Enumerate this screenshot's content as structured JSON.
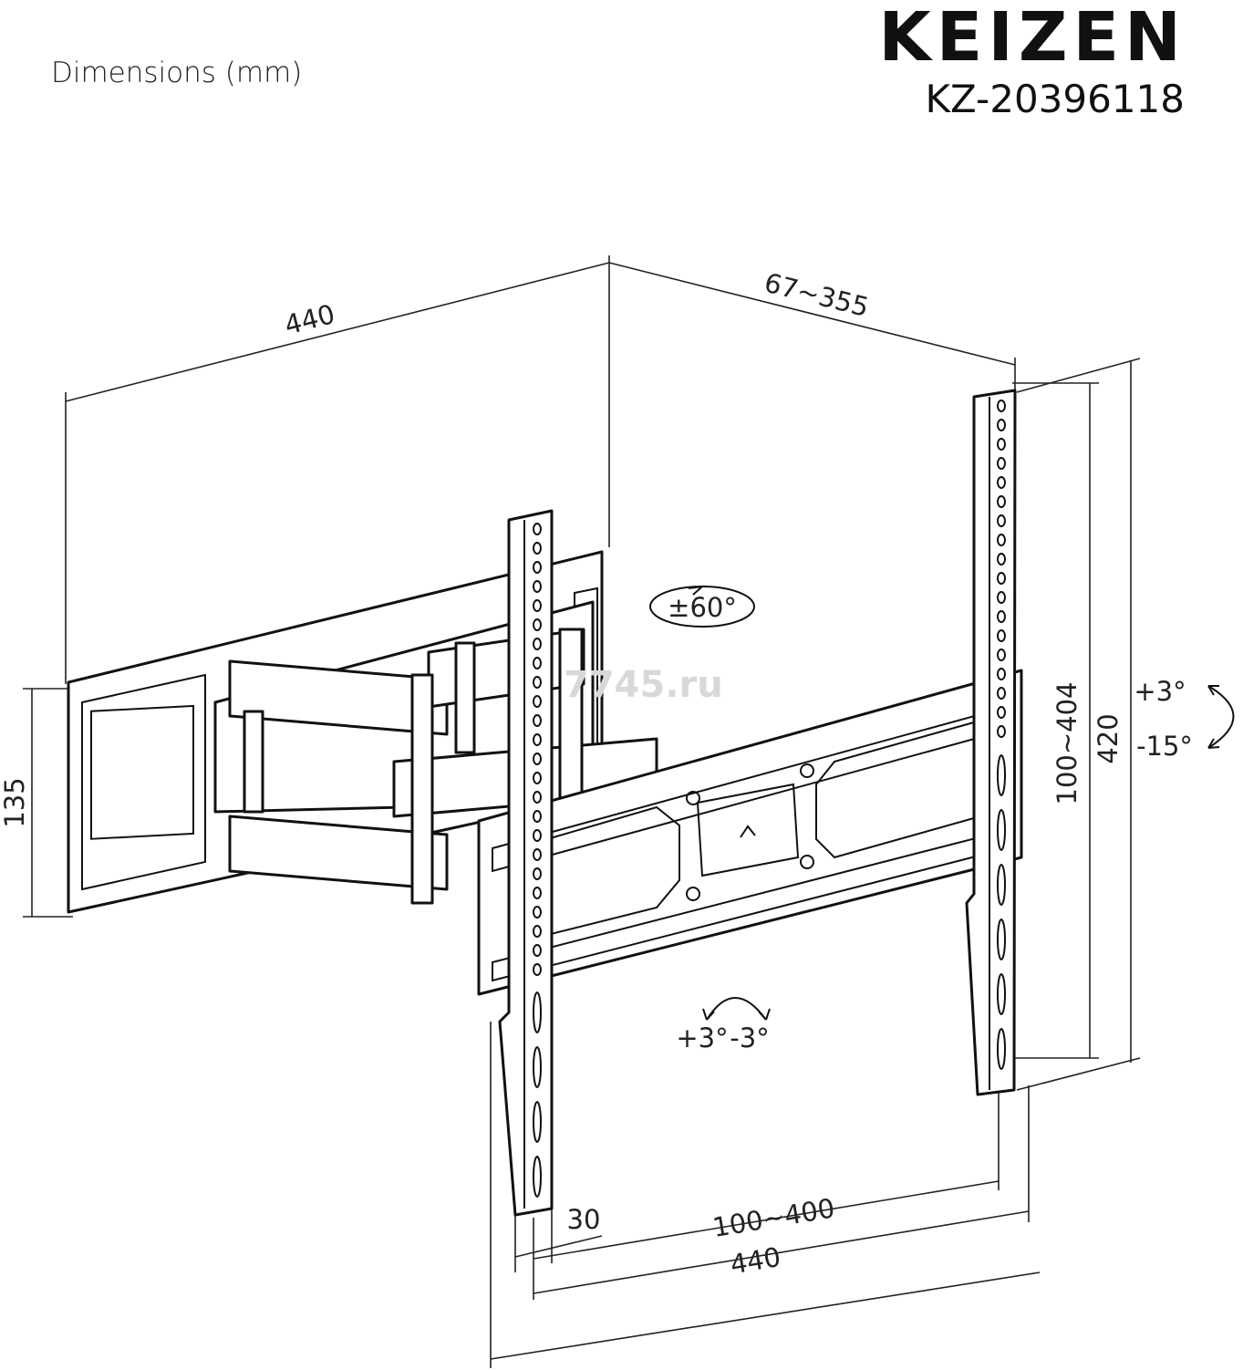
{
  "header": {
    "title": "Dimensions (mm)",
    "brand": "KEIZEN",
    "model": "KZ-20396118"
  },
  "dimensions": {
    "wall_plate_width": "440",
    "extension": "67~355",
    "wall_plate_height": "135",
    "vesa_vertical": "100~404",
    "bracket_height": "420",
    "rail_width": "30",
    "vesa_horizontal": "100~400",
    "bracket_width": "440"
  },
  "rotations": {
    "swivel": "±60°",
    "tilt_up": "+3°",
    "tilt_down": "-15°",
    "level_plus": "+3°",
    "level_minus": "-3°"
  },
  "watermark": "7745.ru"
}
